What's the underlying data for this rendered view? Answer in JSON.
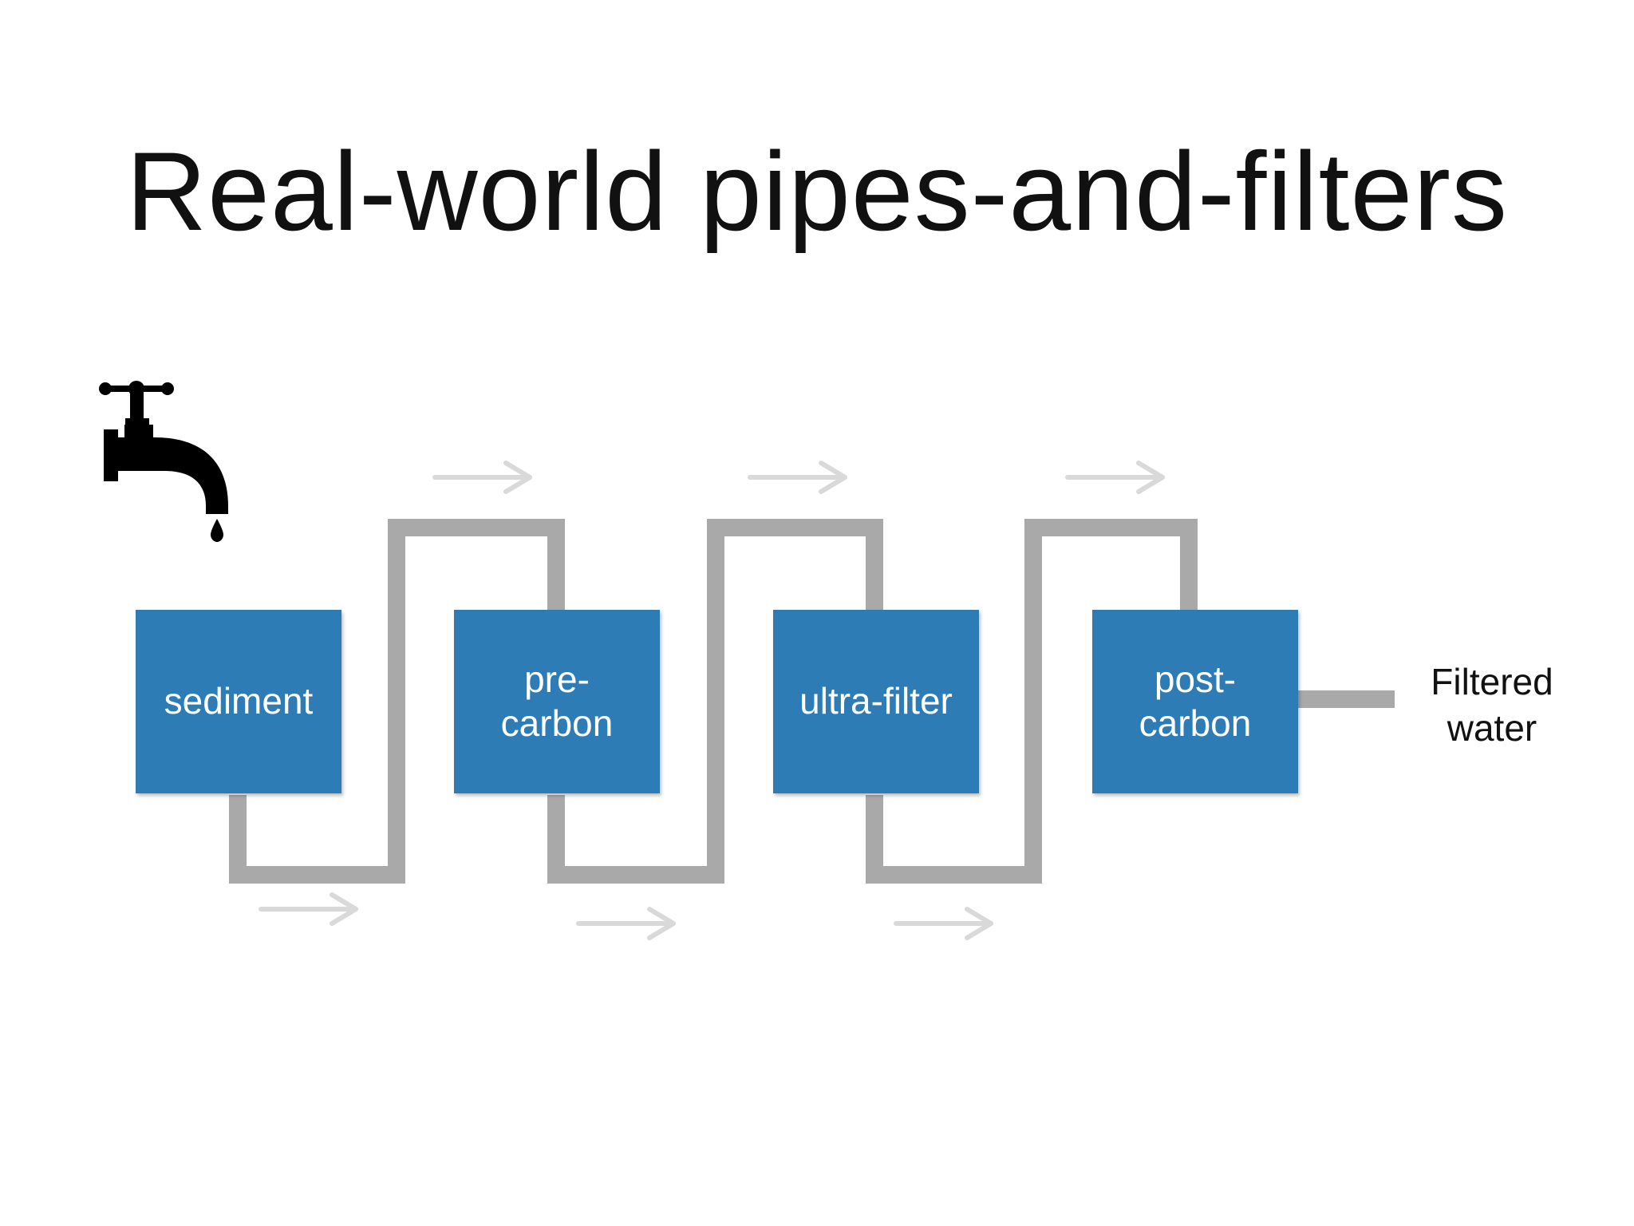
{
  "slide": {
    "title": "Real-world pipes-and-filters"
  },
  "filters": [
    {
      "label": "sediment"
    },
    {
      "label": "pre-\ncarbon"
    },
    {
      "label": "ultra-filter"
    },
    {
      "label": "post-\ncarbon"
    }
  ],
  "output": {
    "label": "Filtered\nwater"
  },
  "icons": {
    "tap": "water-tap-icon",
    "flow_arrow": "arrow-right-icon"
  },
  "colors": {
    "filter_fill": "#2e7cb5",
    "pipe": "#a9a9a9",
    "flow_arrow": "#d9d9d9",
    "text": "#111111"
  }
}
